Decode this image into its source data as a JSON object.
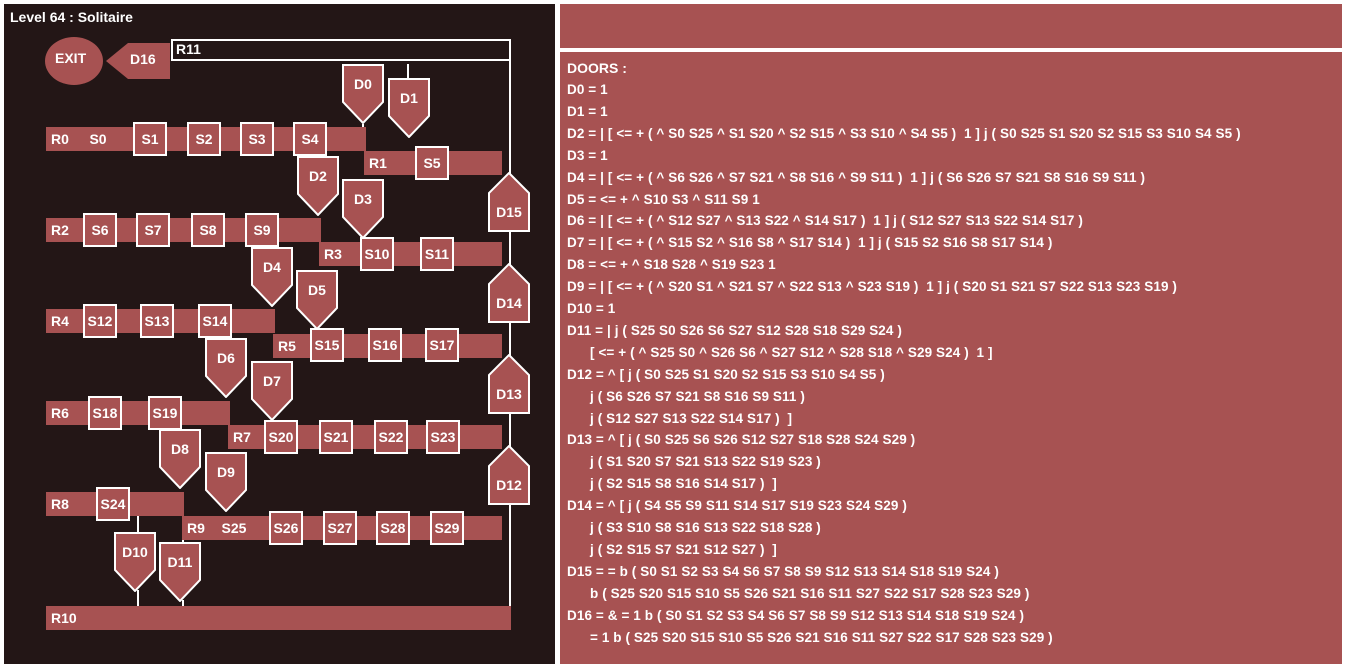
{
  "game": {
    "title": "Level 64 : Solitaire",
    "exit_label": "EXIT"
  },
  "rooms": [
    "R0",
    "R1",
    "R2",
    "R3",
    "R4",
    "R5",
    "R6",
    "R7",
    "R8",
    "R9",
    "R10",
    "R11"
  ],
  "switches": [
    "S0",
    "S1",
    "S2",
    "S3",
    "S4",
    "S5",
    "S6",
    "S7",
    "S8",
    "S9",
    "S10",
    "S11",
    "S12",
    "S13",
    "S14",
    "S15",
    "S16",
    "S17",
    "S18",
    "S19",
    "S20",
    "S21",
    "S22",
    "S23",
    "S24",
    "S25",
    "S26",
    "S27",
    "S28",
    "S29"
  ],
  "doors": [
    "D0",
    "D1",
    "D2",
    "D3",
    "D4",
    "D5",
    "D6",
    "D7",
    "D8",
    "D9",
    "D10",
    "D11",
    "D12",
    "D13",
    "D14",
    "D15",
    "D16"
  ],
  "doors_panel": {
    "heading": "DOORS :",
    "lines": [
      "D0 = 1",
      "D1 = 1",
      "D2 = | [ <= + ( ^ S0 S25 ^ S1 S20 ^ S2 S15 ^ S3 S10 ^ S4 S5 )  1 ] j ( S0 S25 S1 S20 S2 S15 S3 S10 S4 S5 )",
      "D3 = 1",
      "D4 = | [ <= + ( ^ S6 S26 ^ S7 S21 ^ S8 S16 ^ S9 S11 )  1 ] j ( S6 S26 S7 S21 S8 S16 S9 S11 )",
      "D5 = <= + ^ S10 S3 ^ S11 S9 1",
      "D6 = | [ <= + ( ^ S12 S27 ^ S13 S22 ^ S14 S17 )  1 ] j ( S12 S27 S13 S22 S14 S17 )",
      "D7 = | [ <= + ( ^ S15 S2 ^ S16 S8 ^ S17 S14 )  1 ] j ( S15 S2 S16 S8 S17 S14 )",
      "D8 = <= + ^ S18 S28 ^ S19 S23 1",
      "D9 = | [ <= + ( ^ S20 S1 ^ S21 S7 ^ S22 S13 ^ S23 S19 )  1 ] j ( S20 S1 S21 S7 S22 S13 S23 S19 )",
      "D10 = 1",
      "D11 = | j ( S25 S0 S26 S6 S27 S12 S28 S18 S29 S24 )",
      "        [ <= + ( ^ S25 S0 ^ S26 S6 ^ S27 S12 ^ S28 S18 ^ S29 S24 )  1 ]",
      "D12 = ^ [ j ( S0 S25 S1 S20 S2 S15 S3 S10 S4 S5 )",
      "        j ( S6 S26 S7 S21 S8 S16 S9 S11 )",
      "        j ( S12 S27 S13 S22 S14 S17 )  ]",
      "D13 = ^ [ j ( S0 S25 S6 S26 S12 S27 S18 S28 S24 S29 )",
      "        j ( S1 S20 S7 S21 S13 S22 S19 S23 )",
      "        j ( S2 S15 S8 S16 S14 S17 )  ]",
      "D14 = ^ [ j ( S4 S5 S9 S11 S14 S17 S19 S23 S24 S29 )",
      "        j ( S3 S10 S8 S16 S13 S22 S18 S28 )",
      "        j ( S2 S15 S7 S21 S12 S27 )  ]",
      "D15 = = b ( S0 S1 S2 S3 S4 S6 S7 S8 S9 S12 S13 S14 S18 S19 S24 )",
      "        b ( S25 S20 S15 S10 S5 S26 S21 S16 S11 S27 S22 S17 S28 S23 S29 )",
      "D16 = & = 1 b ( S0 S1 S2 S3 S4 S6 S7 S8 S9 S12 S13 S14 S18 S19 S24 )",
      "        = 1 b ( S25 S20 S15 S10 S5 S26 S21 S16 S11 S27 S22 S17 S28 S23 S29 )"
    ]
  },
  "colors": {
    "board_background": "#231616",
    "room_fill": "#a75252",
    "panel_fill": "#a75252",
    "text": "#ffffff"
  }
}
